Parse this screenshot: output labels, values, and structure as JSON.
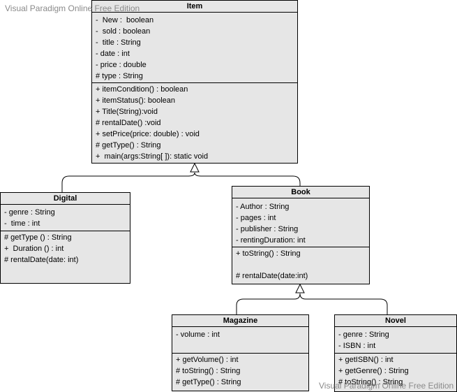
{
  "watermark": {
    "top": "Visual Paradigm Online Free Edition",
    "bottom": "Visual Paradigm Online Free Edition"
  },
  "classes": {
    "item": {
      "name": "Item",
      "attributes": [
        "-  New :  boolean",
        "-  sold : boolean",
        "-  title : String",
        "- date : int",
        "- price : double",
        "# type : String"
      ],
      "operations": [
        "+ itemCondition() : boolean",
        "+ itemStatus(): boolean",
        "+ Title(String):void",
        "# rentalDate() :void",
        "+ setPrice(price: double) : void",
        "# getType() : String",
        "+  main(args:String[ ]): static void"
      ]
    },
    "digital": {
      "name": "Digital",
      "attributes": [
        "- genre : String",
        "-  time : int"
      ],
      "operations": [
        "# getType () : String",
        "+  Duration () : int",
        "# rentalDate(date: int)"
      ]
    },
    "book": {
      "name": "Book",
      "attributes": [
        "- Author : String",
        "- pages : int",
        "- publisher : String",
        "- rentingDuration: int"
      ],
      "operations": [
        "+ toString() : String",
        "",
        "# rentalDate(date:int)"
      ]
    },
    "magazine": {
      "name": "Magazine",
      "attributes": [
        "- volume : int"
      ],
      "operations": [
        "+ getVolume() : int",
        "# toString() : String",
        "# getType() : String"
      ]
    },
    "novel": {
      "name": "Novel",
      "attributes": [
        "- genre : String",
        "- ISBN : int"
      ],
      "operations": [
        "+ getISBN() : int",
        "+ getGenre() : String",
        "# toString() : String"
      ]
    }
  }
}
